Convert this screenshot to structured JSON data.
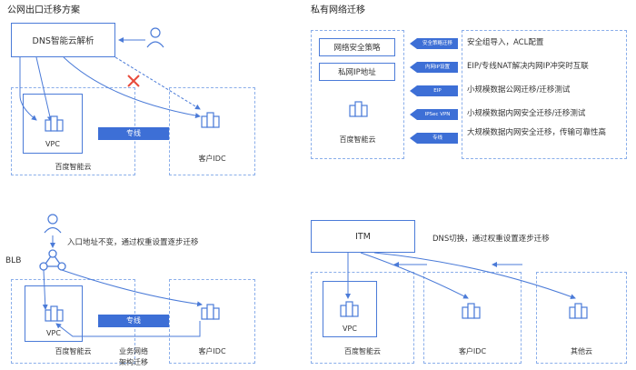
{
  "titles": {
    "q1": "公网出口迁移方案",
    "q2": "私有网络迁移"
  },
  "q1": {
    "dns": "DNS智能云解析",
    "vpc": "VPC",
    "cloud": "百度智能云",
    "line": "专线",
    "idc": "客户IDC"
  },
  "q2": {
    "policy": "网络安全策略",
    "private_ip": "私网IP地址",
    "cloud": "百度智能云",
    "tags": [
      "安全策略迁移",
      "内网IP设置",
      "EIP",
      "IPSec VPN",
      "专线"
    ],
    "items": [
      "安全组导入，ACL配置",
      "EIP/专线NAT解决内网IP冲突时互联",
      "小规模数据公网迁移/迁移测试",
      "小规模数据内网安全迁移/迁移测试",
      "大规模数据内网安全迁移，传输可靠性高"
    ]
  },
  "q3": {
    "note": "入口地址不变，通过权重设置逐步迁移",
    "blb": "BLB",
    "vpc": "VPC",
    "cloud": "百度智能云",
    "line": "专线",
    "idc": "客户IDC",
    "arch_line1": "业务网络",
    "arch_line2": "架构迁移"
  },
  "q4": {
    "itm": "ITM",
    "note": "DNS切换，通过权重设置逐步迁移",
    "vpc": "VPC",
    "cloud": "百度智能云",
    "idc": "客户IDC",
    "other": "其他云"
  },
  "colors": {
    "accent": "#3d6fd6",
    "line": "#4b7bd8",
    "cross": "#e84b3c"
  }
}
